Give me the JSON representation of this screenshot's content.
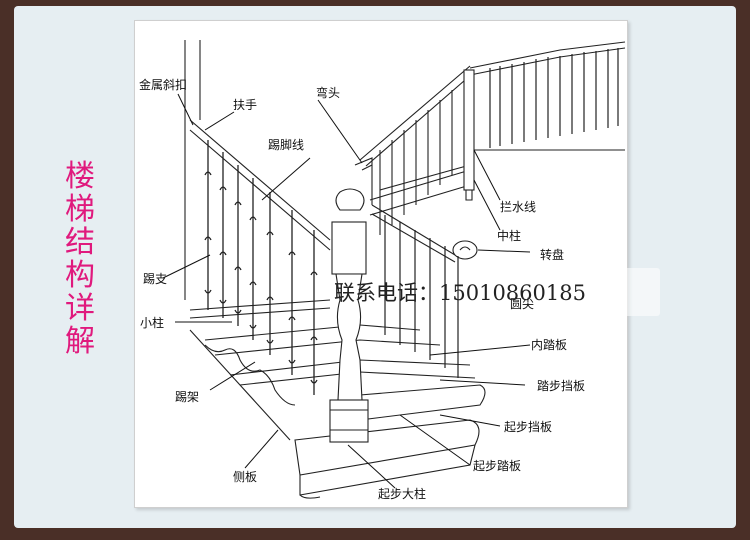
{
  "title": "楼梯结构详解",
  "title_chars": [
    "楼",
    "梯",
    "结",
    "构",
    "详",
    "解"
  ],
  "phone": "联系电话：15010860185",
  "labels": {
    "metal_buckle": "金属斜扣",
    "handrail": "扶手",
    "gooseneck": "弯头",
    "skirt_line": "踢脚线",
    "water_line": "拦水线",
    "middle_post": "中柱",
    "turn_disk": "转盘",
    "round_tail": "圆尖",
    "baluster_support": "踢支",
    "small_post": "小柱",
    "inner_tread": "内踏板",
    "riser": "踏步挡板",
    "kick_frame": "踢架",
    "start_riser": "起步挡板",
    "side_board": "侧板",
    "start_tread": "起步踏板",
    "newel_post": "起步大柱"
  },
  "colors": {
    "title": "#e0197d",
    "background": "#4a2f27",
    "frame": "#e6eef2"
  }
}
